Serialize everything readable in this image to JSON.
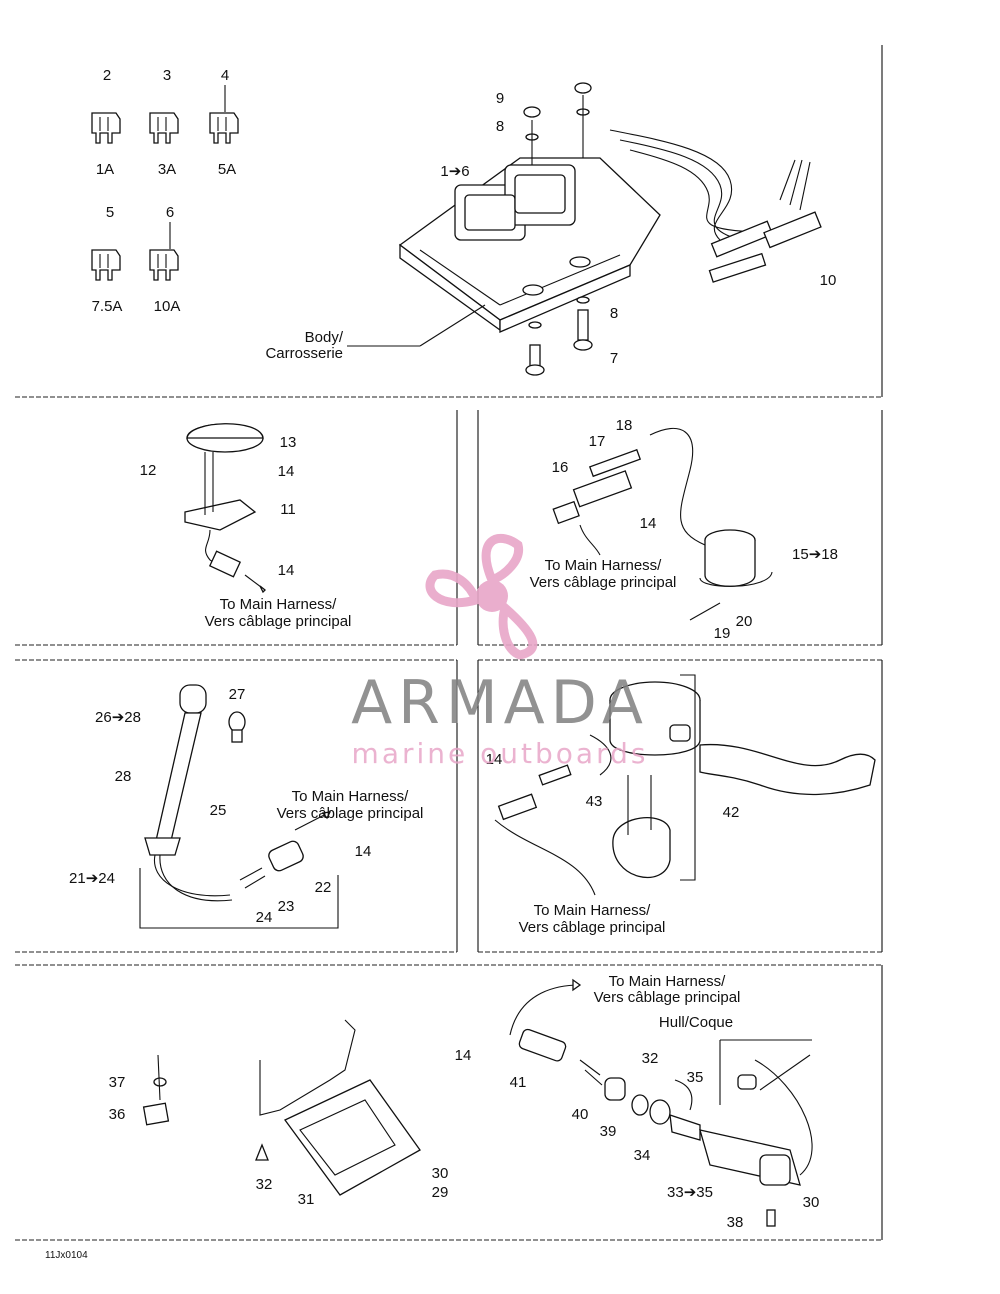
{
  "labels": {
    "n2": "2",
    "n3": "3",
    "n4": "4",
    "n5": "5",
    "n6": "6",
    "a1": "1A",
    "a3": "3A",
    "a5": "5A",
    "a75": "7.5A",
    "a10": "10A",
    "n9": "9",
    "n8a": "8",
    "n1to6": "1➔6",
    "n10": "10",
    "n8b": "8",
    "n7": "7",
    "body1": "Body/",
    "body2": "Carrosserie",
    "n13": "13",
    "n12": "12",
    "n14a": "14",
    "n11": "11",
    "n14b": "14",
    "mh1a": "To Main Harness/",
    "mh1b": "Vers câblage principal",
    "n18": "18",
    "n17": "17",
    "n16": "16",
    "n14c": "14",
    "n15to18": "15➔18",
    "mh2a": "To Main Harness/",
    "mh2b": "Vers câblage principal",
    "n20": "20",
    "n19": "19",
    "n27": "27",
    "n26to28": "26➔28",
    "n28": "28",
    "n25": "25",
    "mh3a": "To Main Harness/",
    "mh3b": "Vers câblage principal",
    "n14d": "14",
    "n21to24": "21➔24",
    "n22": "22",
    "n23": "23",
    "n24": "24",
    "n14e": "14",
    "n43": "43",
    "n42": "42",
    "mh4a": "To Main Harness/",
    "mh4b": "Vers câblage principal",
    "mh5a": "To Main Harness/",
    "mh5b": "Vers câblage principal",
    "hull": "Hull/Coque",
    "n14f": "14",
    "n32a": "32",
    "n35": "35",
    "n41": "41",
    "n40": "40",
    "n39": "39",
    "n34": "34",
    "n33to35": "33➔35",
    "n30a": "30",
    "n38": "38",
    "n37": "37",
    "n36": "36",
    "n32b": "32",
    "n31": "31",
    "n30b": "30",
    "n29": "29",
    "ref": "11Jx0104"
  },
  "watermark": {
    "brand": "ARMADA",
    "tagline": "marine outboards",
    "color_pink": "#e8a6c8",
    "color_grey": "#808080"
  }
}
